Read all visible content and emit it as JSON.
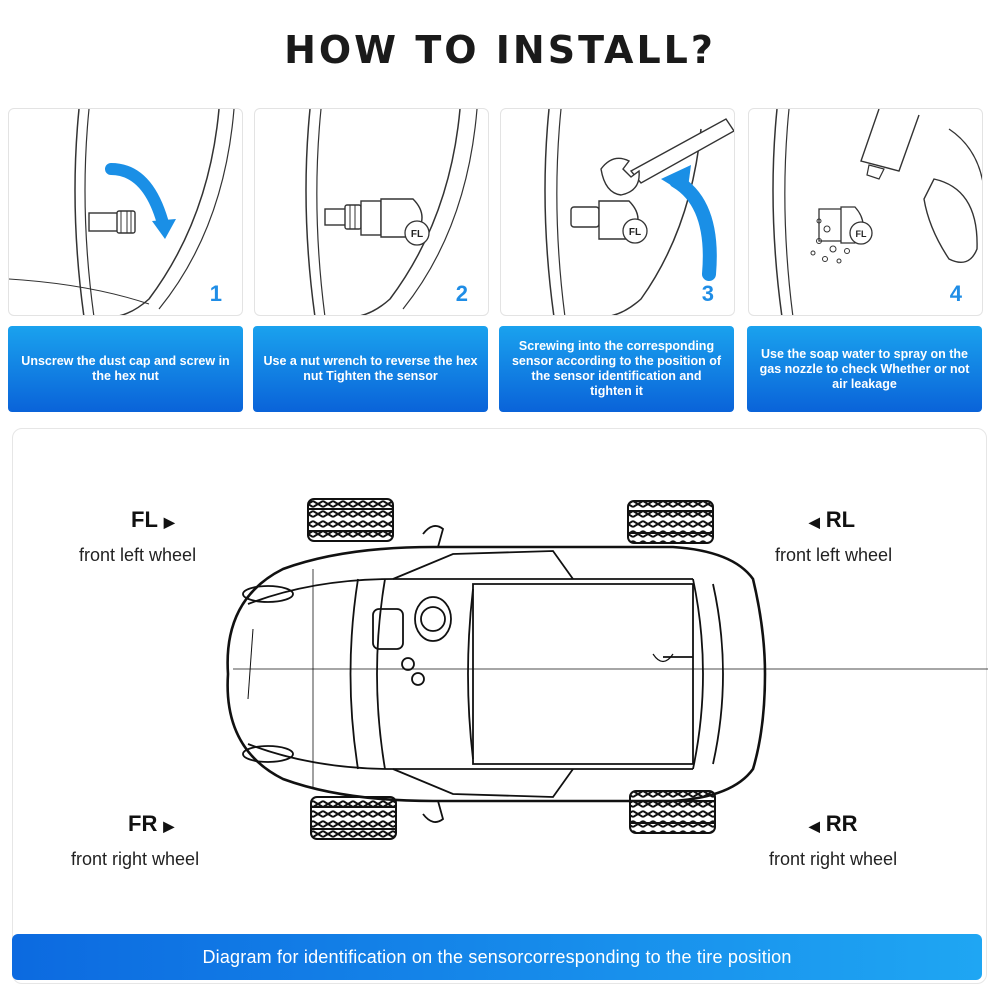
{
  "title": "HOW TO INSTALL?",
  "steps": [
    {
      "number": "1",
      "caption": "Unscrew the dust cap and screw in the hex nut"
    },
    {
      "number": "2",
      "caption": "Use a nut wrench to reverse the hex nut Tighten the sensor"
    },
    {
      "number": "3",
      "caption": "Screwing into the corresponding sensor according to the position of the sensor identification and tighten it"
    },
    {
      "number": "4",
      "caption": "Use the soap water to spray on the gas nozzle to check Whether or not air leakage"
    }
  ],
  "sensor_label": "FL",
  "wheels": {
    "fl": {
      "code": "FL",
      "desc": "front left wheel"
    },
    "rl": {
      "code": "RL",
      "desc": "front left wheel"
    },
    "fr": {
      "code": "FR",
      "desc": "front right wheel"
    },
    "rr": {
      "code": "RR",
      "desc": "front right wheel"
    }
  },
  "footer": "Diagram for identification on the sensorcorresponding to the tire position",
  "colors": {
    "accent_start": "#0c6ae0",
    "accent_end": "#1fa6f3",
    "step_number": "#1f8de6"
  }
}
